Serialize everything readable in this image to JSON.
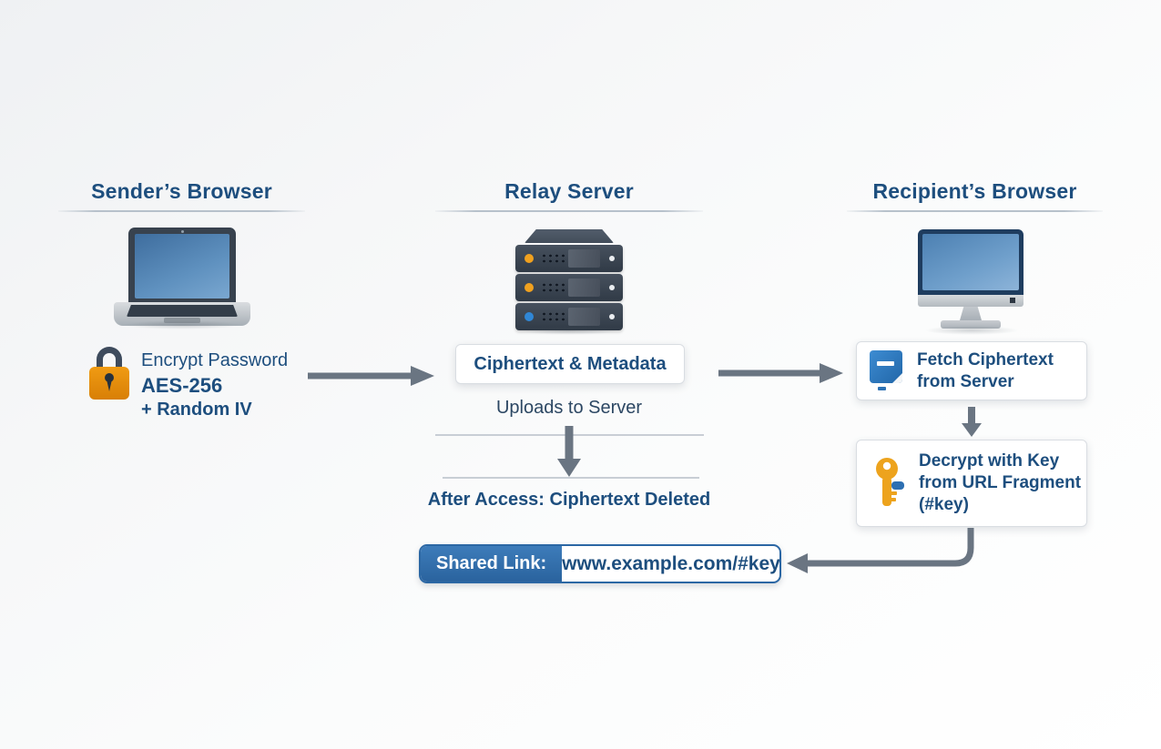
{
  "columns": {
    "sender": {
      "title": "Sender’s Browser"
    },
    "relay": {
      "title": "Relay Server"
    },
    "recipient": {
      "title": "Recipient’s Browser"
    }
  },
  "sender": {
    "encrypt_title": "Encrypt Password",
    "encrypt_algorithm": "AES-256",
    "encrypt_extra": "+ Random IV"
  },
  "relay": {
    "payload_box": "Ciphertext & Metadata",
    "upload_note": "Uploads to Server",
    "deletion_note": "After Access: Ciphertext Deleted"
  },
  "recipient": {
    "fetch_line1": "Fetch Ciphertext",
    "fetch_line2": "from Server",
    "decrypt_line1": "Decrypt with Key",
    "decrypt_line2": "from URL Fragment",
    "decrypt_open": "(",
    "decrypt_key": "#key",
    "decrypt_close": ")"
  },
  "shared_link": {
    "label": "Shared Link:",
    "url": "www.example.com/#key"
  },
  "icons": {
    "laptop": "laptop-icon",
    "server": "server-stack-icon",
    "monitor": "desktop-monitor-icon",
    "lock": "padlock-icon",
    "fetch": "fetch-window-icon",
    "key": "key-icon"
  },
  "colors": {
    "heading_blue": "#1d4e7e",
    "arrow_gray": "#6a7582",
    "lock_orange": "#e8930f",
    "key_orange": "#eda31d",
    "fetch_blue": "#2f7cc0",
    "link_bar_blue": "#2e6ba8",
    "led_orange": "#f0a11f",
    "led_blue": "#3087d6"
  }
}
